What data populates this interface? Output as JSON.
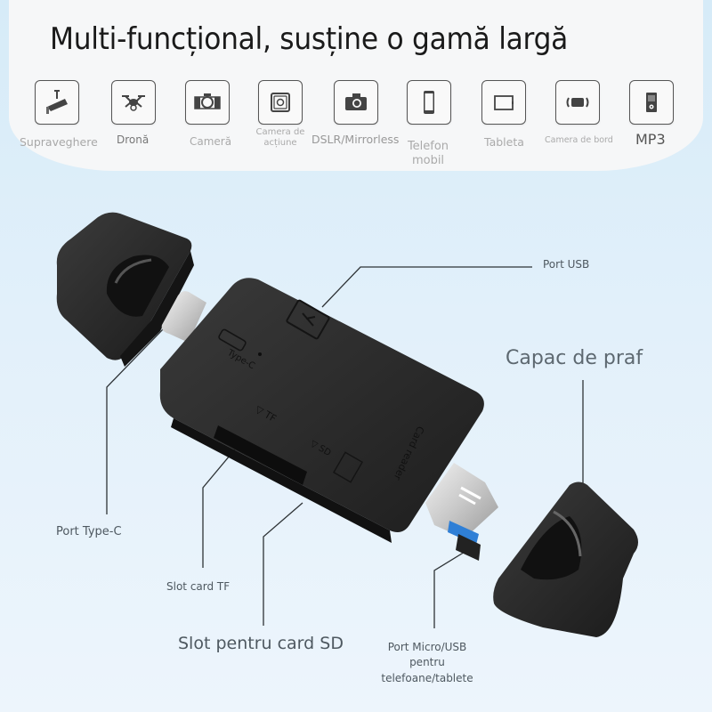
{
  "header": {
    "title": "Multi-funcțional, susține o gamă largă"
  },
  "devices": [
    {
      "label": "Supraveghere",
      "icon": "cctv-camera-icon"
    },
    {
      "label": "Dronă",
      "icon": "drone-icon"
    },
    {
      "label": "Cameră",
      "icon": "camera-icon"
    },
    {
      "label_line1": "Camera de",
      "label_line2": "acțiune",
      "icon": "action-camera-icon"
    },
    {
      "label": "DSLR/Mirrorless",
      "icon": "dslr-camera-icon"
    },
    {
      "label_line1": "Telefon",
      "label_line2": "mobil",
      "icon": "mobile-phone-icon"
    },
    {
      "label": "Tableta",
      "icon": "tablet-icon"
    },
    {
      "label": "Camera de bord",
      "icon": "dashcam-icon"
    },
    {
      "label": "MP3",
      "icon": "mp3-player-icon"
    }
  ],
  "product": {
    "body_markings": {
      "type_c": "Type-C",
      "tf": "TF",
      "sd": "SD",
      "card_reader": "Card reader"
    }
  },
  "callouts": {
    "port_usb": "Port USB",
    "dust_cap": "Capac de praf",
    "port_type_c": "Port Type-C",
    "slot_tf": "Slot card TF",
    "slot_sd": "Slot pentru card SD",
    "port_micro_line1": "Port Micro/USB",
    "port_micro_line2": "pentru",
    "port_micro_line3": "telefoane/tablete"
  },
  "colors": {
    "background_top": "#d6ebf8",
    "background_bottom": "#edf5fc",
    "panel": "#f6f7f8",
    "device_body": "#2a2a2a",
    "label_text": "#4e5860",
    "accent_blue": "#2f7fd6"
  }
}
